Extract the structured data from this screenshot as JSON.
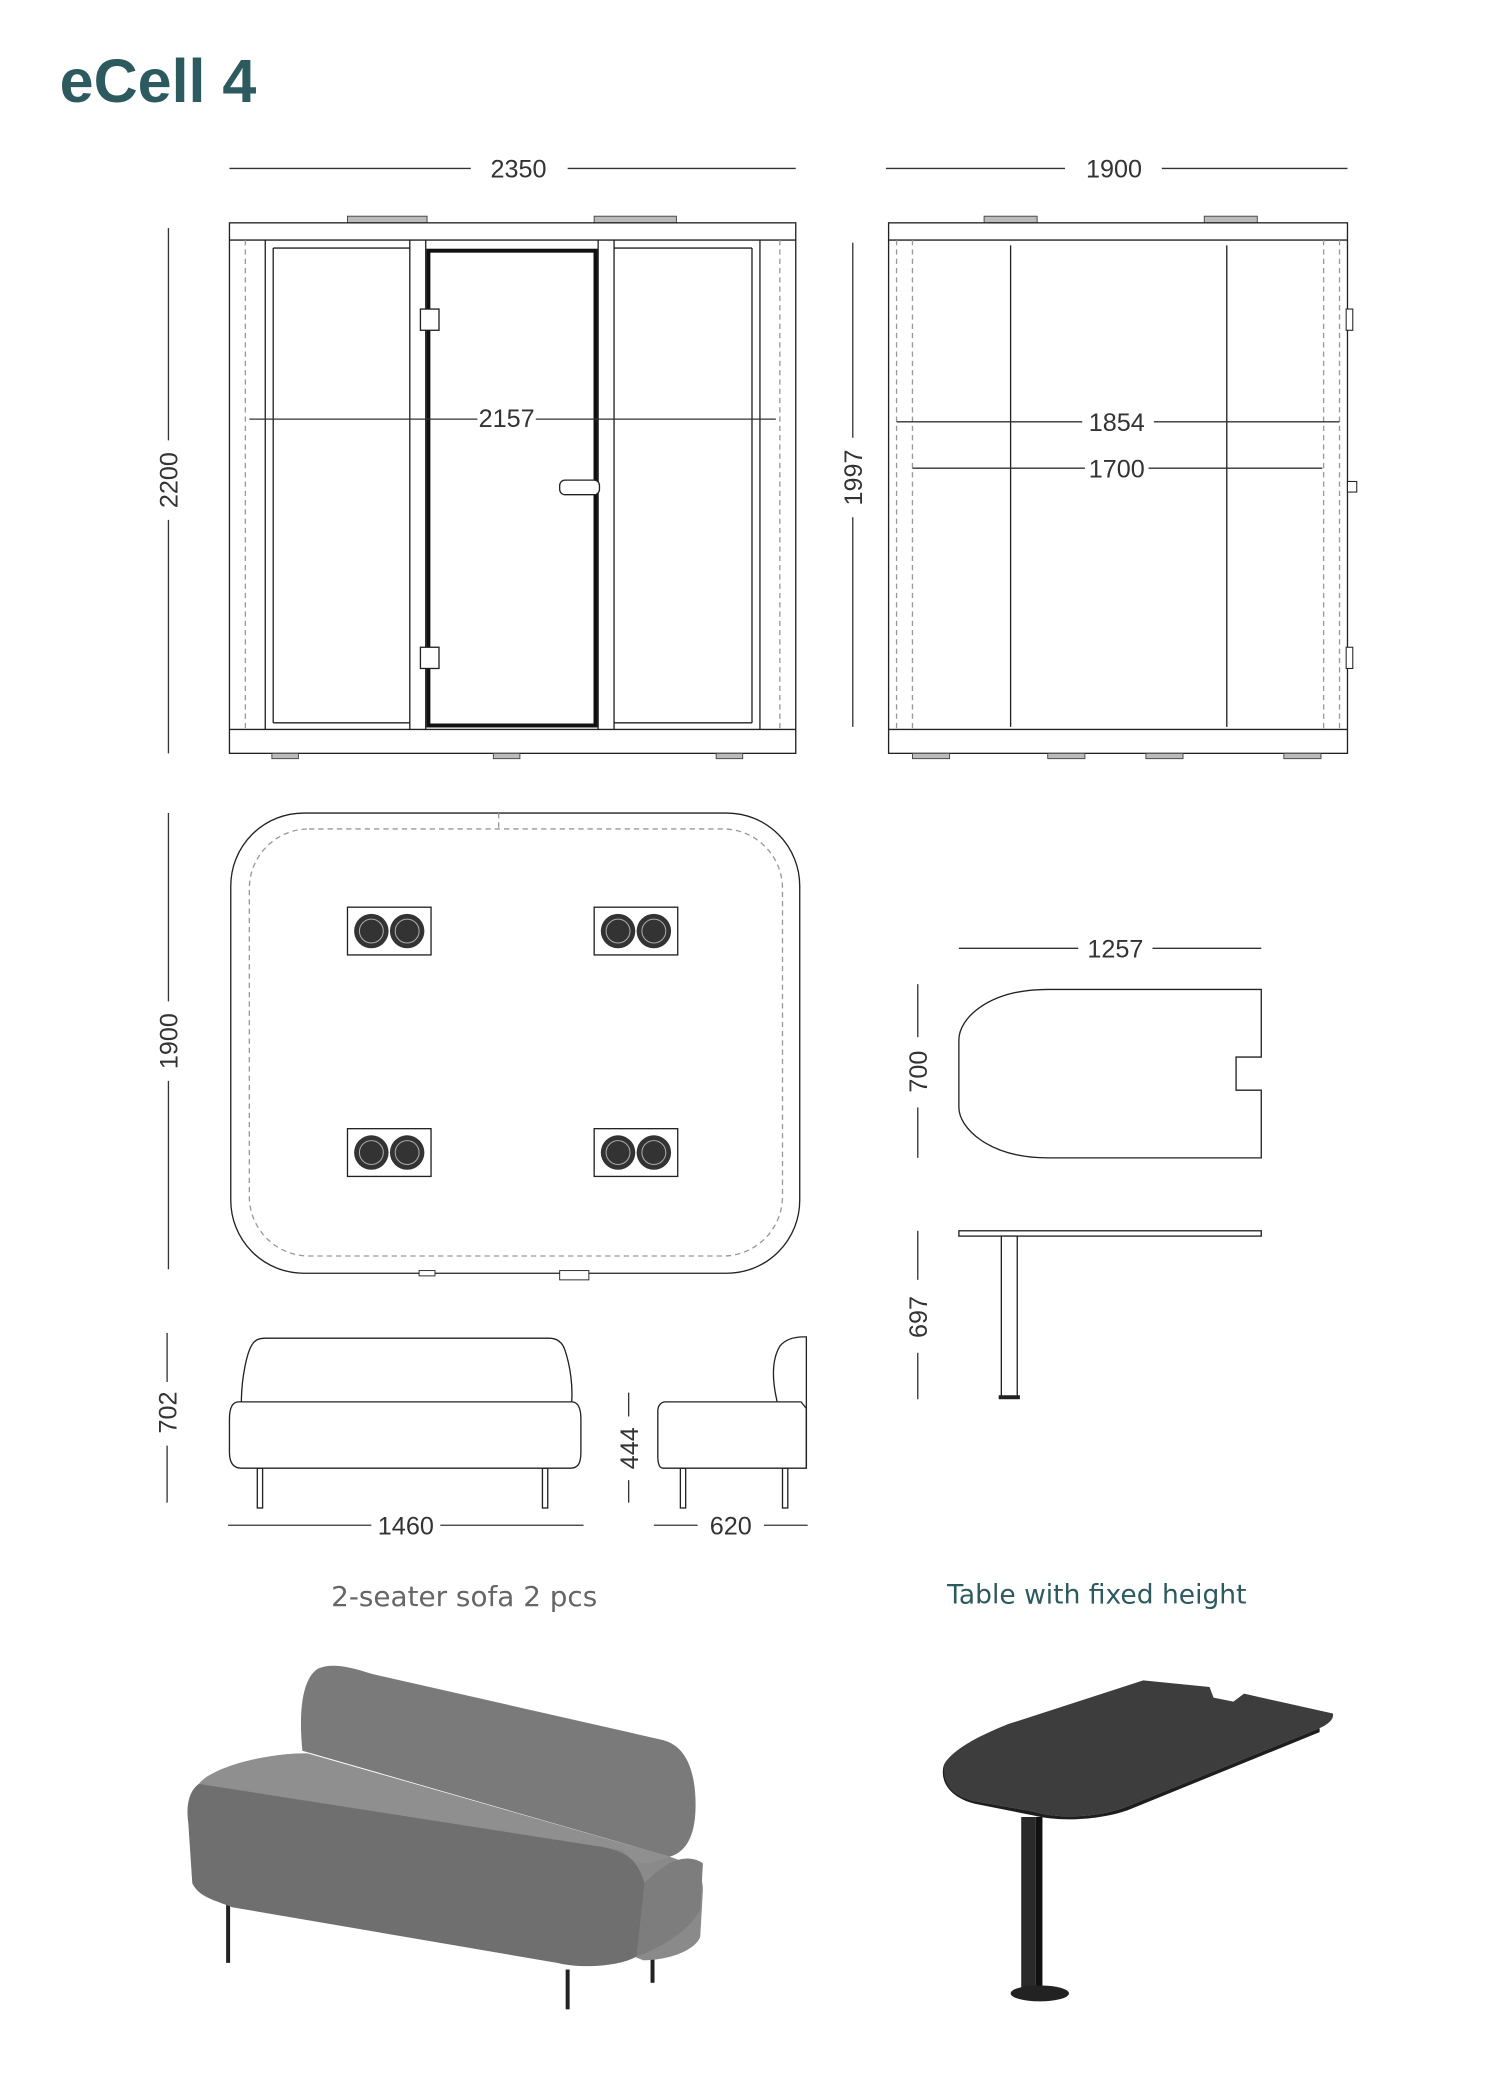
{
  "title": "eCell 4",
  "colors": {
    "accent": "#2d5a5e",
    "caption_gray": "#666666",
    "sofa": "#6e6e6e",
    "table": "#3a3a3a"
  },
  "front_view": {
    "width": "2350",
    "height": "2200",
    "inner_width": "2157"
  },
  "side_view": {
    "width": "1900",
    "height": "1997",
    "outer_depth": "1854",
    "inner_depth": "1700"
  },
  "plan_view": {
    "depth": "1900"
  },
  "table": {
    "length": "1257",
    "width": "700",
    "height": "697",
    "caption": "Table with fixed height"
  },
  "sofa": {
    "height": "702",
    "seat_height": "444",
    "width": "1460",
    "depth": "620",
    "caption": "2-seater sofa 2 pcs"
  }
}
